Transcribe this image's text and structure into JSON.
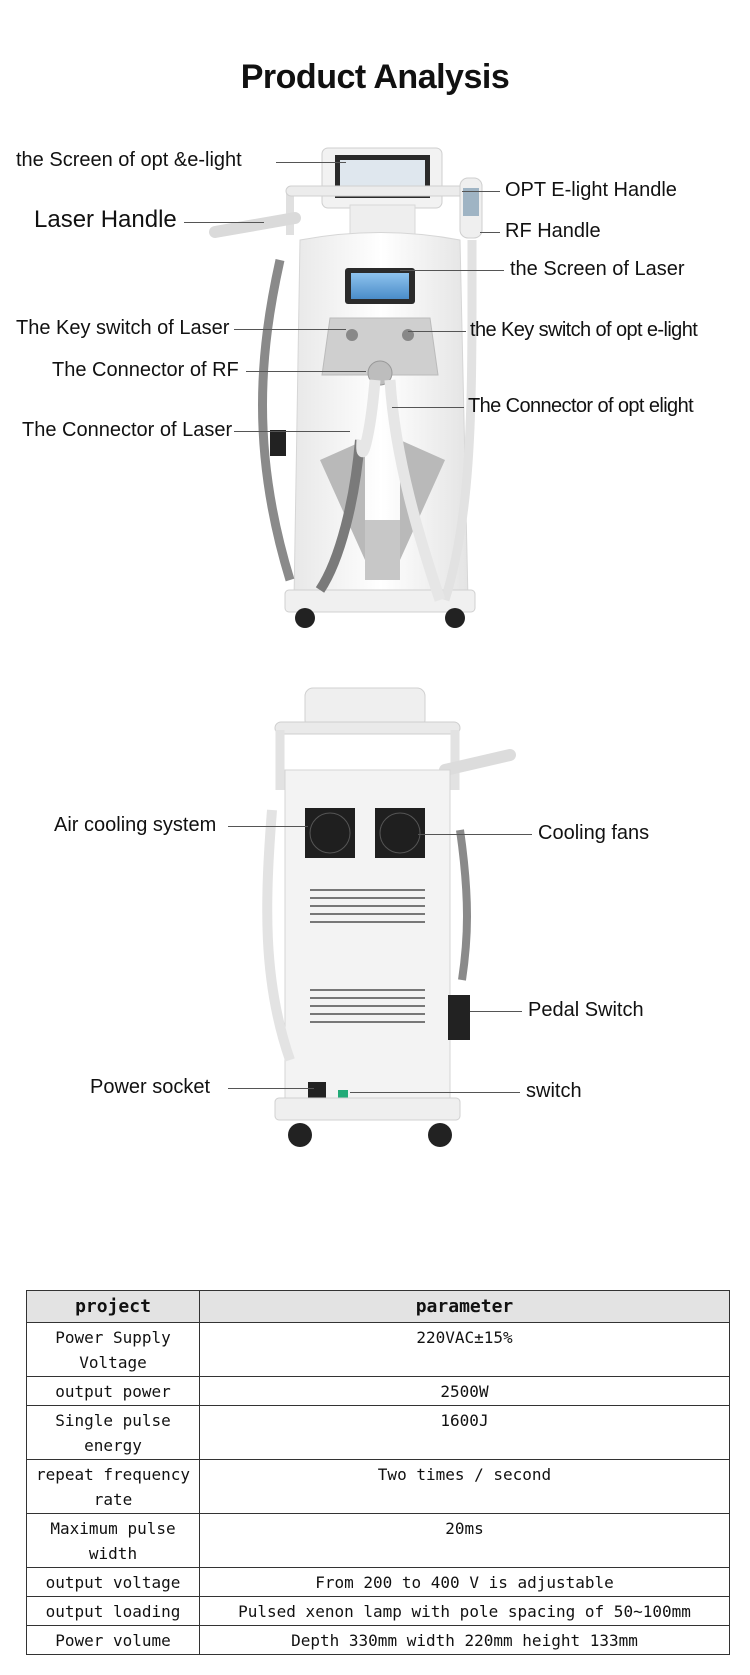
{
  "page": {
    "title": "Product Analysis"
  },
  "front_view": {
    "labels": [
      "the Screen of opt &e-light",
      "Laser Handle",
      "The Key switch of Laser",
      "The Connector of RF",
      "The Connector of Laser",
      "OPT E-light Handle",
      "RF Handle",
      "the Screen of Laser",
      "the Key switch of opt e-light",
      "The Connector of opt elight"
    ]
  },
  "back_view": {
    "labels": [
      "Air cooling system",
      "Power socket",
      "Cooling fans",
      "Pedal Switch",
      "switch"
    ]
  },
  "spec_table": {
    "headers": [
      "project",
      "parameter"
    ],
    "rows": [
      [
        "Power Supply Voltage",
        "220VAC±15%"
      ],
      [
        "output power",
        "2500W"
      ],
      [
        "Single pulse energy",
        "1600J"
      ],
      [
        "repeat frequency rate",
        "Two times / second"
      ],
      [
        "Maximum pulse width",
        "20ms"
      ],
      [
        "output voltage",
        "From 200 to 400 V is adjustable"
      ],
      [
        "output loading",
        "Pulsed xenon lamp with pole spacing of 50~100mm"
      ],
      [
        "Power volume",
        "Depth 330mm width 220mm height 133mm"
      ]
    ]
  },
  "colors": {
    "table_header_bg": "#e3e3e3",
    "screen_blue": "#5a9fd6"
  }
}
